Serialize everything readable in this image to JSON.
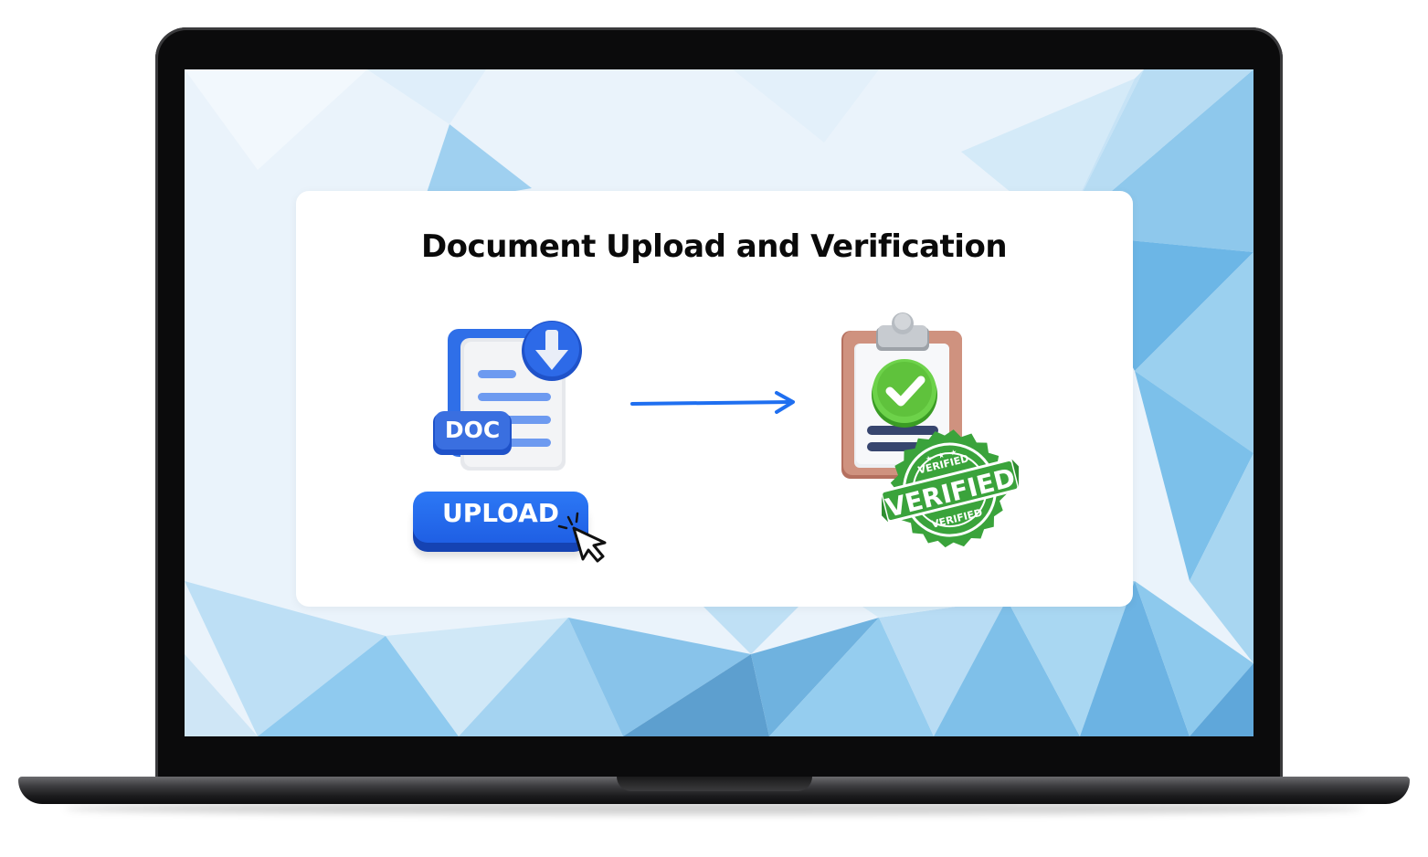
{
  "card": {
    "title": "Document Upload and Verification"
  },
  "upload_panel": {
    "doc_badge": "DOC",
    "upload_button_label": "UPLOAD",
    "icons": [
      "document-icon",
      "download-arrow-icon",
      "cursor-icon"
    ]
  },
  "flow_arrow": {
    "icon": "arrow-right-icon"
  },
  "verified_panel": {
    "stamp_main": "VERIFIED",
    "stamp_top": "VERIFIED",
    "stamp_bottom": "VERIFIED",
    "icons": [
      "clipboard-icon",
      "checkmark-icon",
      "verified-stamp-icon"
    ]
  },
  "colors": {
    "accent_blue": "#1f6ff0",
    "verified_green": "#3aa33b",
    "check_green": "#5cc23a",
    "clipboard_brown": "#c98b78",
    "title_text": "#0a0a0a",
    "card_bg": "#ffffff"
  }
}
